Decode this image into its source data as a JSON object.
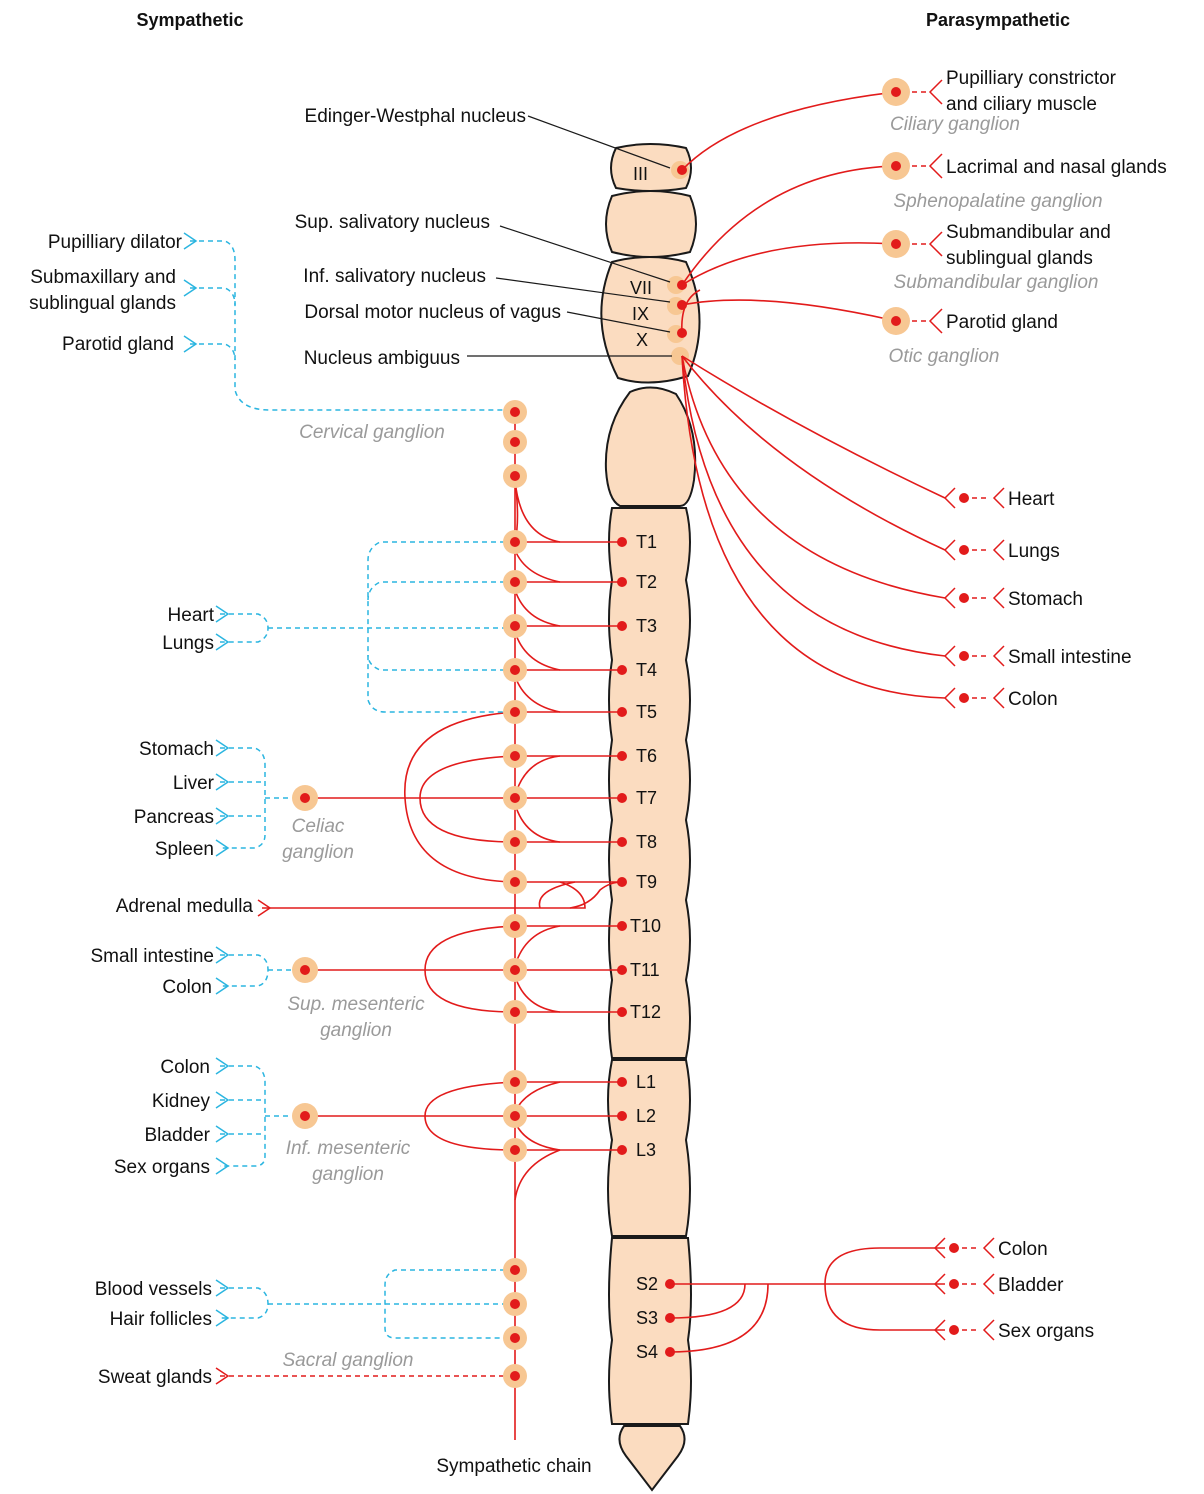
{
  "headers": {
    "sympathetic": "Sympathetic",
    "parasympathetic": "Parasympathetic"
  },
  "colors": {
    "sympathetic_preganglionic": "#e21b1b",
    "sympathetic_postganglionic": "#2bb5e0",
    "parasympathetic": "#e21b1b",
    "ganglion_fill": "#f7c793",
    "ganglion_dot": "#e21b1b",
    "cord_fill": "#fbdcc0",
    "label_gray": "#9a9a9a"
  },
  "brainstem": {
    "segments": [
      "III",
      "VII",
      "IX",
      "X"
    ],
    "nuclei": [
      "Edinger-Westphal nucleus",
      "Sup. salivatory nucleus",
      "Inf. salivatory nucleus",
      "Dorsal motor nucleus of vagus",
      "Nucleus ambiguus"
    ]
  },
  "spinal_segments": {
    "thoracic": [
      "T1",
      "T2",
      "T3",
      "T4",
      "T5",
      "T6",
      "T7",
      "T8",
      "T9",
      "T10",
      "T11",
      "T12"
    ],
    "lumbar": [
      "L1",
      "L2",
      "L3"
    ],
    "sacral": [
      "S2",
      "S3",
      "S4"
    ]
  },
  "sympathetic": {
    "ganglia": {
      "cervical": "Cervical ganglion",
      "celiac": [
        "Celiac",
        "ganglion"
      ],
      "sup_mesenteric": [
        "Sup. mesenteric",
        "ganglion"
      ],
      "inf_mesenteric": [
        "Inf. mesenteric",
        "ganglion"
      ],
      "sacral": "Sacral ganglion"
    },
    "targets": {
      "head": [
        "Pupilliary dilator",
        "Submaxillary and",
        "sublingual glands",
        "Parotid gland"
      ],
      "thorax": [
        "Heart",
        "Lungs"
      ],
      "celiac": [
        "Stomach",
        "Liver",
        "Pancreas",
        "Spleen"
      ],
      "adrenal": "Adrenal medulla",
      "sup_mesenteric": [
        "Small intestine",
        "Colon"
      ],
      "inf_mesenteric": [
        "Colon",
        "Kidney",
        "Bladder",
        "Sex organs"
      ],
      "sacral": [
        "Blood vessels",
        "Hair follicles"
      ],
      "sweat": "Sweat glands"
    },
    "chain_label": "Sympathetic chain"
  },
  "parasympathetic": {
    "ganglia": {
      "ciliary": "Ciliary ganglion",
      "sphenopalatine": "Sphenopalatine ganglion",
      "submandibular": "Submandibular ganglion",
      "otic": "Otic ganglion"
    },
    "cranial_targets": {
      "ciliary": [
        "Pupilliary constrictor",
        "and ciliary muscle"
      ],
      "sphenopalatine": "Lacrimal and nasal glands",
      "submandibular": [
        "Submandibular and",
        "sublingual glands"
      ],
      "otic": "Parotid gland"
    },
    "vagal_targets": [
      "Heart",
      "Lungs",
      "Stomach",
      "Small intestine",
      "Colon"
    ],
    "sacral_targets": [
      "Colon",
      "Bladder",
      "Sex organs"
    ]
  }
}
